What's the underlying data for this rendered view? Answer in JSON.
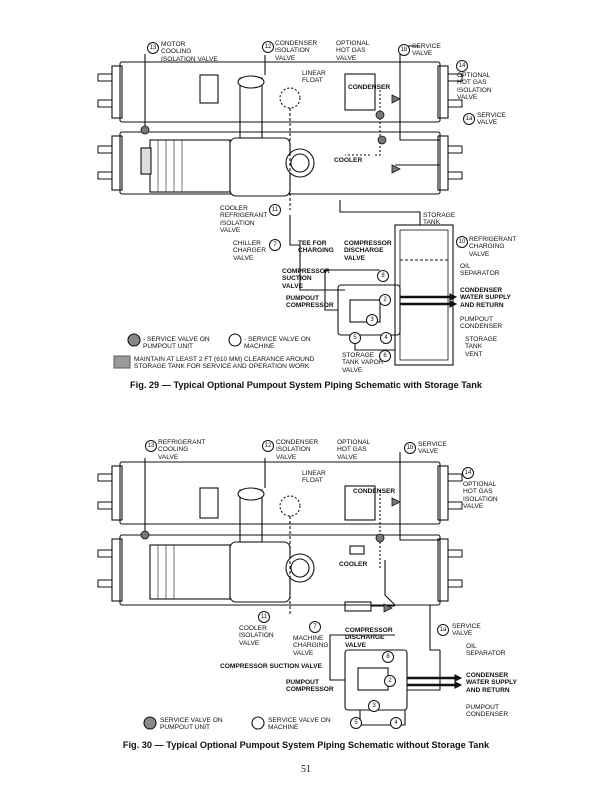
{
  "fig29": {
    "caption": "Fig. 29 — Typical Optional Pumpout System Piping Schematic with Storage Tank",
    "labels": {
      "motor_cooling": "MOTOR\nCOOLING\nISOLATION VALVE",
      "condenser_iso": "CONDENSER\nISOLATION\nVALVE",
      "optional_hot_gas": "OPTIONAL\nHOT GAS\nVALVE",
      "service_valve_1b": "SERVICE\nVALVE",
      "linear_float": "LINEAR\nFLOAT",
      "condenser": "CONDENSER",
      "optional_hot_gas_iso": "OPTIONAL\nHOT GAS\nISOLATION\nVALVE",
      "service_valve_1a": "SERVICE\nVALVE",
      "cooler": "COOLER",
      "cooler_refrig_iso": "COOLER\nREFRIGERANT\nISOLATION\nVALVE",
      "storage_tank": "STORAGE\nTANK",
      "chiller_charger": "CHILLER\nCHARGER\nVALVE",
      "tee_for_charging": "TEE FOR\nCHARGING",
      "compressor_discharge": "COMPRESSOR\nDISCHARGE\nVALVE",
      "refrigerant_charging": "REFRIGERANT\nCHARGING\nVALVE",
      "oil_separator": "OIL\nSEPARATOR",
      "compressor_suction": "COMPRESSOR\nSUCTION\nVALVE",
      "condenser_water": "CONDENSER\nWATER SUPPLY\nAND RETURN",
      "pumpout_compressor": "PUMPOUT\nCOMPRESSOR",
      "pumpout_condenser": "PUMPOUT\nCONDENSER",
      "service_on_pumpout": "- SERVICE VALVE ON\nPUMPOUT UNIT",
      "service_on_machine": "- SERVICE VALVE ON\nMACHINE",
      "storage_tank_vent": "STORAGE\nTANK\nVENT",
      "clearance": "MAINTAIN AT LEAST 2 FT (610 mm) CLEARANCE AROUND\nSTORAGE TANK FOR SERVICE AND OPERATION WORK",
      "storage_tank_vapor": "STORAGE\nTANK VAPOR\nVALVE"
    },
    "nums": [
      "13",
      "12",
      "1b",
      "14",
      "1a",
      "11",
      "7",
      "10",
      "8",
      "2",
      "3",
      "5",
      "6",
      "4"
    ]
  },
  "fig30": {
    "caption": "Fig. 30 — Typical Optional Pumpout System Piping Schematic without Storage Tank",
    "labels": {
      "refrigerant_cooling": "REFRIGERANT\nCOOLING\nVALVE",
      "condenser_iso": "CONDENSER\nISOLATION\nVALVE",
      "optional_hot_gas": "OPTIONAL\nHOT GAS\nVALVE",
      "service_valve_1b": "SERVICE\nVALVE",
      "linear_float": "LINEAR\nFLOAT",
      "condenser": "CONDENSER",
      "optional_hot_gas_iso": "OPTIONAL\nHOT GAS\nISOLATION\nVALVE",
      "cooler": "COOLER",
      "cooler_iso": "COOLER\nISOLATION\nVALVE",
      "machine_charging": "MACHINE\nCHARGING\nVALVE",
      "compressor_discharge": "COMPRESSOR\nDISCHARGE\nVALVE",
      "service_valve_1a": "SERVICE\nVALVE",
      "oil_separator": "OIL\nSEPARATOR",
      "compressor_suction": "COMPRESSOR SUCTION VALVE",
      "condenser_water": "CONDENSER\nWATER SUPPLY\nAND RETURN",
      "pumpout_compressor": "PUMPOUT\nCOMPRESSOR",
      "pumpout_condenser": "PUMPOUT\nCONDENSER",
      "service_on_pumpout": "SERVICE VALVE ON\nPUMPOUT UNIT",
      "service_on_machine": "SERVICE VALVE ON\nMACHINE"
    },
    "nums": [
      "13",
      "12",
      "1b",
      "14",
      "11",
      "7",
      "1a",
      "8",
      "2",
      "3",
      "5",
      "4"
    ]
  },
  "page_number": "51"
}
